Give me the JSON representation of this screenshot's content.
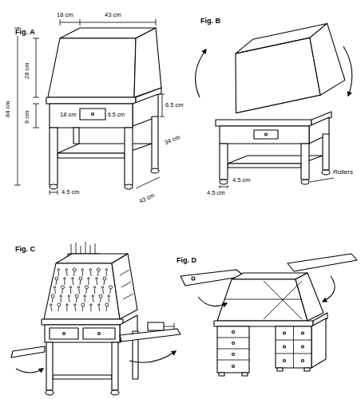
{
  "diagram": {
    "labels": [
      "Fig. A",
      "18 cm",
      "43 cm",
      "84 cm",
      "28 cm",
      "9 cm",
      "18 cm",
      "6.5 cm",
      "6.5 cm",
      "34 cm",
      "4.5 cm",
      "43 cm",
      "Fig. B",
      "4.5 cm",
      "4.5 cm",
      "Rollers",
      "Fig. C",
      "Fig. D"
    ]
  }
}
